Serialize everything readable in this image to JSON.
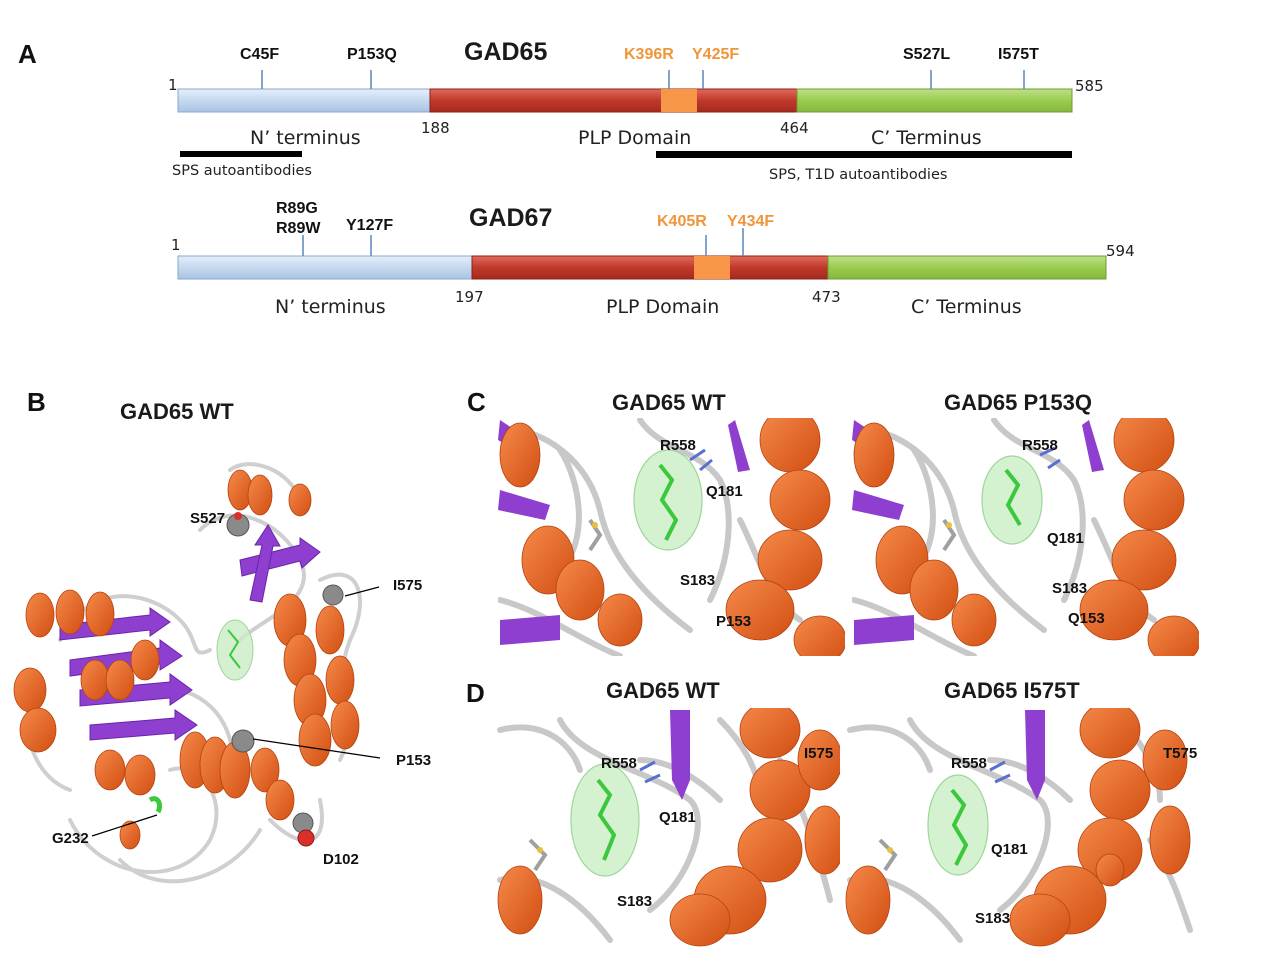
{
  "panels": {
    "a": {
      "letter": "A",
      "gad65": {
        "title": "GAD65",
        "start": "1",
        "end": "585",
        "boundary1": "188",
        "boundary2": "464",
        "domains": [
          "N’ terminus",
          "PLP Domain",
          "C’ Terminus"
        ],
        "mutations_black": [
          "C45F",
          "P153Q",
          "S527L",
          "I575T"
        ],
        "mutations_orange": [
          "K396R",
          "Y425F"
        ],
        "antibodies": [
          "SPS autoantibodies",
          "SPS,  T1D autoantibodies"
        ]
      },
      "gad67": {
        "title": "GAD67",
        "start": "1",
        "end": "594",
        "boundary1": "197",
        "boundary2": "473",
        "domains": [
          "N’ terminus",
          "PLP Domain",
          "C’ Terminus"
        ],
        "mutations_black": [
          "R89G",
          "R89W",
          "Y127F"
        ],
        "mutations_orange": [
          "K405R",
          "Y434F"
        ]
      }
    },
    "b": {
      "letter": "B",
      "title": "GAD65 WT",
      "residues": [
        "S527",
        "I575",
        "P153",
        "G232",
        "D102"
      ]
    },
    "c": {
      "letter": "C",
      "left_title": "GAD65 WT",
      "right_title": "GAD65 P153Q",
      "left_residues": [
        "R558",
        "Q181",
        "S183",
        "P153"
      ],
      "right_residues": [
        "R558",
        "Q181",
        "S183",
        "Q153"
      ]
    },
    "d": {
      "letter": "D",
      "left_title": "GAD65 WT",
      "right_title": "GAD65 I575T",
      "left_residues": [
        "R558",
        "Q181",
        "S183",
        "I575"
      ],
      "right_residues": [
        "R558",
        "Q181",
        "S183",
        "T575"
      ]
    }
  },
  "colors": {
    "n_terminus": "#c6d9ef",
    "plp_domain": "#c0392b",
    "c_terminus": "#9bcc50",
    "active_site": "#f79646",
    "helix": "#e8601c",
    "sheet": "#8e3fd0",
    "coil": "#c8c8c8",
    "ligand": "#3cc83c"
  }
}
